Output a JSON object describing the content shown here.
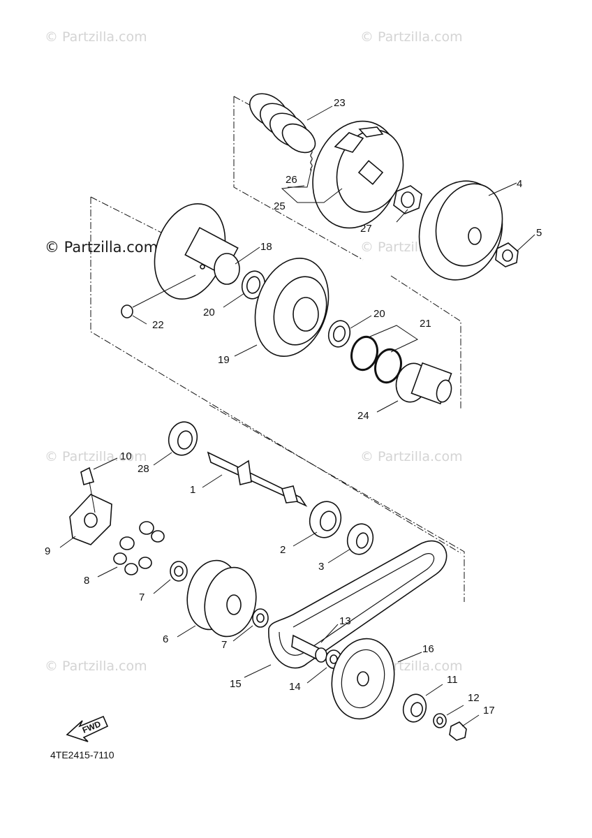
{
  "watermark": {
    "text": "© Partzilla.com"
  },
  "diagram_code": "4TE2415-7110",
  "fwd_label": "FWD",
  "parts": [
    {
      "id": "p1",
      "label": "1"
    },
    {
      "id": "p2",
      "label": "2"
    },
    {
      "id": "p3",
      "label": "3"
    },
    {
      "id": "p4",
      "label": "4"
    },
    {
      "id": "p5",
      "label": "5"
    },
    {
      "id": "p6",
      "label": "6"
    },
    {
      "id": "p7a",
      "label": "7"
    },
    {
      "id": "p7b",
      "label": "7"
    },
    {
      "id": "p8",
      "label": "8"
    },
    {
      "id": "p9",
      "label": "9"
    },
    {
      "id": "p10",
      "label": "10"
    },
    {
      "id": "p11",
      "label": "11"
    },
    {
      "id": "p12",
      "label": "12"
    },
    {
      "id": "p13",
      "label": "13"
    },
    {
      "id": "p14",
      "label": "14"
    },
    {
      "id": "p15",
      "label": "15"
    },
    {
      "id": "p16",
      "label": "16"
    },
    {
      "id": "p17",
      "label": "17"
    },
    {
      "id": "p18",
      "label": "18"
    },
    {
      "id": "p19",
      "label": "19"
    },
    {
      "id": "p20a",
      "label": "20"
    },
    {
      "id": "p20b",
      "label": "20"
    },
    {
      "id": "p21",
      "label": "21"
    },
    {
      "id": "p22",
      "label": "22"
    },
    {
      "id": "p23",
      "label": "23"
    },
    {
      "id": "p24",
      "label": "24"
    },
    {
      "id": "p25",
      "label": "25"
    },
    {
      "id": "p26",
      "label": "26"
    },
    {
      "id": "p27",
      "label": "27"
    },
    {
      "id": "p28",
      "label": "28"
    }
  ]
}
